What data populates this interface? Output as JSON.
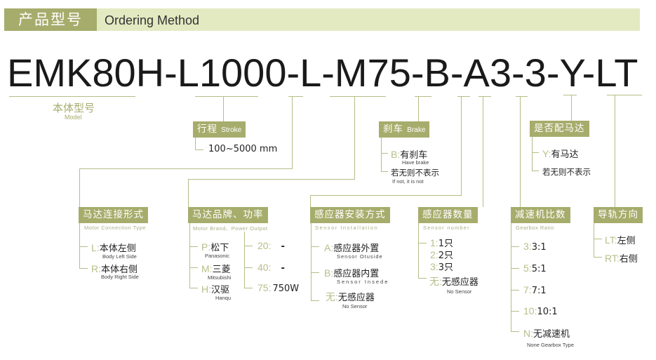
{
  "header": {
    "title_cn": "产品型号",
    "title_en": "Ordering Method"
  },
  "code": {
    "segments": [
      "EMK80H",
      "-L1000",
      "-L",
      "-M75",
      "-B",
      "-A3",
      "-3",
      "-Y",
      "-LT"
    ]
  },
  "model": {
    "cn": "本体型号",
    "en": "Model"
  },
  "stroke": {
    "title": "行程",
    "title_en": "Stroke",
    "value": "100~5000 mm"
  },
  "brake": {
    "title": "刹车",
    "title_en": "Brake",
    "items": [
      {
        "k": "B:",
        "v": "有刹车",
        "en": "Have brake"
      },
      {
        "v": "若无则不表示",
        "en": "If not, it is not"
      }
    ]
  },
  "motor": {
    "title": "是否配马达",
    "items": [
      {
        "k": "Y:",
        "v": "有马达"
      },
      {
        "v": "若无则不表示"
      }
    ]
  },
  "connection": {
    "title": "马达连接形式",
    "subtitle": "Motor Connection Type",
    "items": [
      {
        "k": "L:",
        "v": "本体左侧",
        "en": "Body Left Side"
      },
      {
        "k": "R:",
        "v": "本体右侧",
        "en": "Body Right Side"
      }
    ]
  },
  "brand": {
    "title": "马达品牌、功率",
    "subtitle": "Motor Brand、Power Outpot",
    "items": [
      {
        "k": "P:",
        "v": "松下",
        "en": "Panasonic"
      },
      {
        "k": "M:",
        "v": "三菱",
        "en": "Mitsubishi"
      },
      {
        "k": "H:",
        "v": "汉驱",
        "en": "Hanqu"
      }
    ],
    "power": [
      {
        "k": "20:",
        "v": "-"
      },
      {
        "k": "40:",
        "v": "-"
      },
      {
        "k": "75:",
        "v": "750W"
      }
    ]
  },
  "sensor_install": {
    "title": "感应器安装方式",
    "subtitle": "Sensor Installation",
    "items": [
      {
        "k": "A:",
        "v": "感应器外置",
        "en": "Sensor Otuside"
      },
      {
        "k": "B:",
        "v": "感应器内置",
        "en": "Sensor Insede"
      },
      {
        "k": "无:",
        "v": "无感应器",
        "en": "No Sensor"
      }
    ]
  },
  "sensor_number": {
    "title": "感应器数量",
    "subtitle": "Sensor number",
    "items": [
      {
        "k": "1:",
        "v": "1只"
      },
      {
        "k": "2:",
        "v": "2只"
      },
      {
        "k": "3:",
        "v": "3只"
      },
      {
        "k": "无:",
        "v": "无感应器",
        "en": "No Sensor"
      }
    ]
  },
  "gearbox": {
    "title": "减速机比数",
    "subtitle": "Gearbox Ratio",
    "items": [
      {
        "k": "3:",
        "v": "3:1"
      },
      {
        "k": "5:",
        "v": "5:1"
      },
      {
        "k": "7:",
        "v": "7:1"
      },
      {
        "k": "10:",
        "v": "10:1"
      },
      {
        "k": "N:",
        "v": "无减速机",
        "en": "None Gearbox Type"
      }
    ]
  },
  "rail": {
    "title": "导轨方向",
    "items": [
      {
        "k": "LT:",
        "v": "左侧"
      },
      {
        "k": "RT:",
        "v": "右侧"
      }
    ]
  },
  "colors": {
    "accent": "#a6ad6c",
    "header_bg": "#e3eac2",
    "line": "#b7bc87"
  }
}
